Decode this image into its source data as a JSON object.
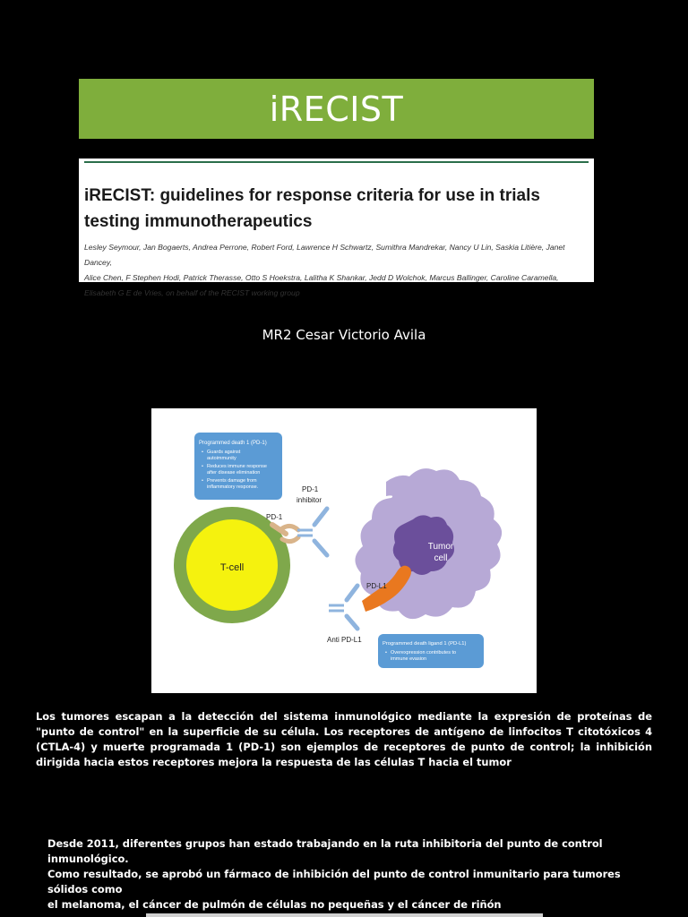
{
  "slide": {
    "title": "iRECIST",
    "paper": {
      "title_line1": "iRECIST: guidelines for response criteria for use in trials",
      "title_line2": "testing immunotherapeutics",
      "authors_line1": "Lesley Seymour, Jan Bogaerts, Andrea Perrone, Robert Ford, Lawrence H Schwartz, Sumithra Mandrekar, Nancy U Lin, Saskia Litière, Janet Dancey,",
      "authors_line2": "Alice Chen, F Stephen Hodi, Patrick Therasse, Otto S Hoekstra, Lalitha K Shankar, Jedd D Wolchok, Marcus Ballinger, Caroline Caramella,",
      "authors_line3": "Elisabeth G E de Vries, on behalf of the RECIST working group"
    },
    "presenter": "MR2 Cesar Victorio Avila",
    "diagram": {
      "pd1_box_title": "Programmed death 1 (PD-1)",
      "pd1_box_bullet1": "Guards against",
      "pd1_box_bullet1b": "autoimmunity",
      "pd1_box_bullet2": "Reduces immune response",
      "pd1_box_bullet2b": "after disease elimination",
      "pd1_box_bullet3": "Prevents damage from",
      "pd1_box_bullet3b": "inflammatory response.",
      "pd1_inhibitor_line1": "PD-1",
      "pd1_inhibitor_line2": "inhibitor",
      "pd1_label": "PD-1",
      "tcell_label": "T-cell",
      "tumor_line1": "Tumor",
      "tumor_line2": "cell",
      "pdl1_label": "PD-L1",
      "anti_pdl1_label": "Anti PD-L1",
      "pdl1_box_title": "Programmed death ligand 1 (PD-L1)",
      "pdl1_box_bullet1": "Overexpression contributes to",
      "pdl1_box_bullet1b": "immune evasion"
    },
    "paragraph1": "Los tumores escapan a la detección del sistema inmunológico mediante la expresión de proteínas de \"punto de control\" en la superficie de su célula. Los receptores de antígeno de linfocitos T citotóxicos 4 (CTLA-4) y muerte programada 1 (PD-1) son ejemplos de receptores de punto de control; la inhibición dirigida hacia estos receptores mejora la respuesta de las células T hacia el tumor",
    "paragraph2_line1": "Desde 2011, diferentes grupos han estado trabajando en la ruta inhibitoria del punto de control inmunológico.",
    "paragraph2_line2": "Como resultado, se aprobó un fármaco de inhibición del punto de control inmunitario para tumores sólidos como",
    "paragraph2_line3": "el melanoma, el cáncer de pulmón de células no pequeñas y el cáncer de riñón"
  },
  "colors": {
    "title_bar": "#7fae3c",
    "tcell_outer": "#7fa84b",
    "tcell_inner": "#f5f20e",
    "tumor_cell": "#b7a9d6",
    "tumor_nucleus": "#6b4f9b",
    "info_box": "#5b9bd5",
    "pdl1_ligand": "#e9781f",
    "antibody": "#8fb4de"
  }
}
